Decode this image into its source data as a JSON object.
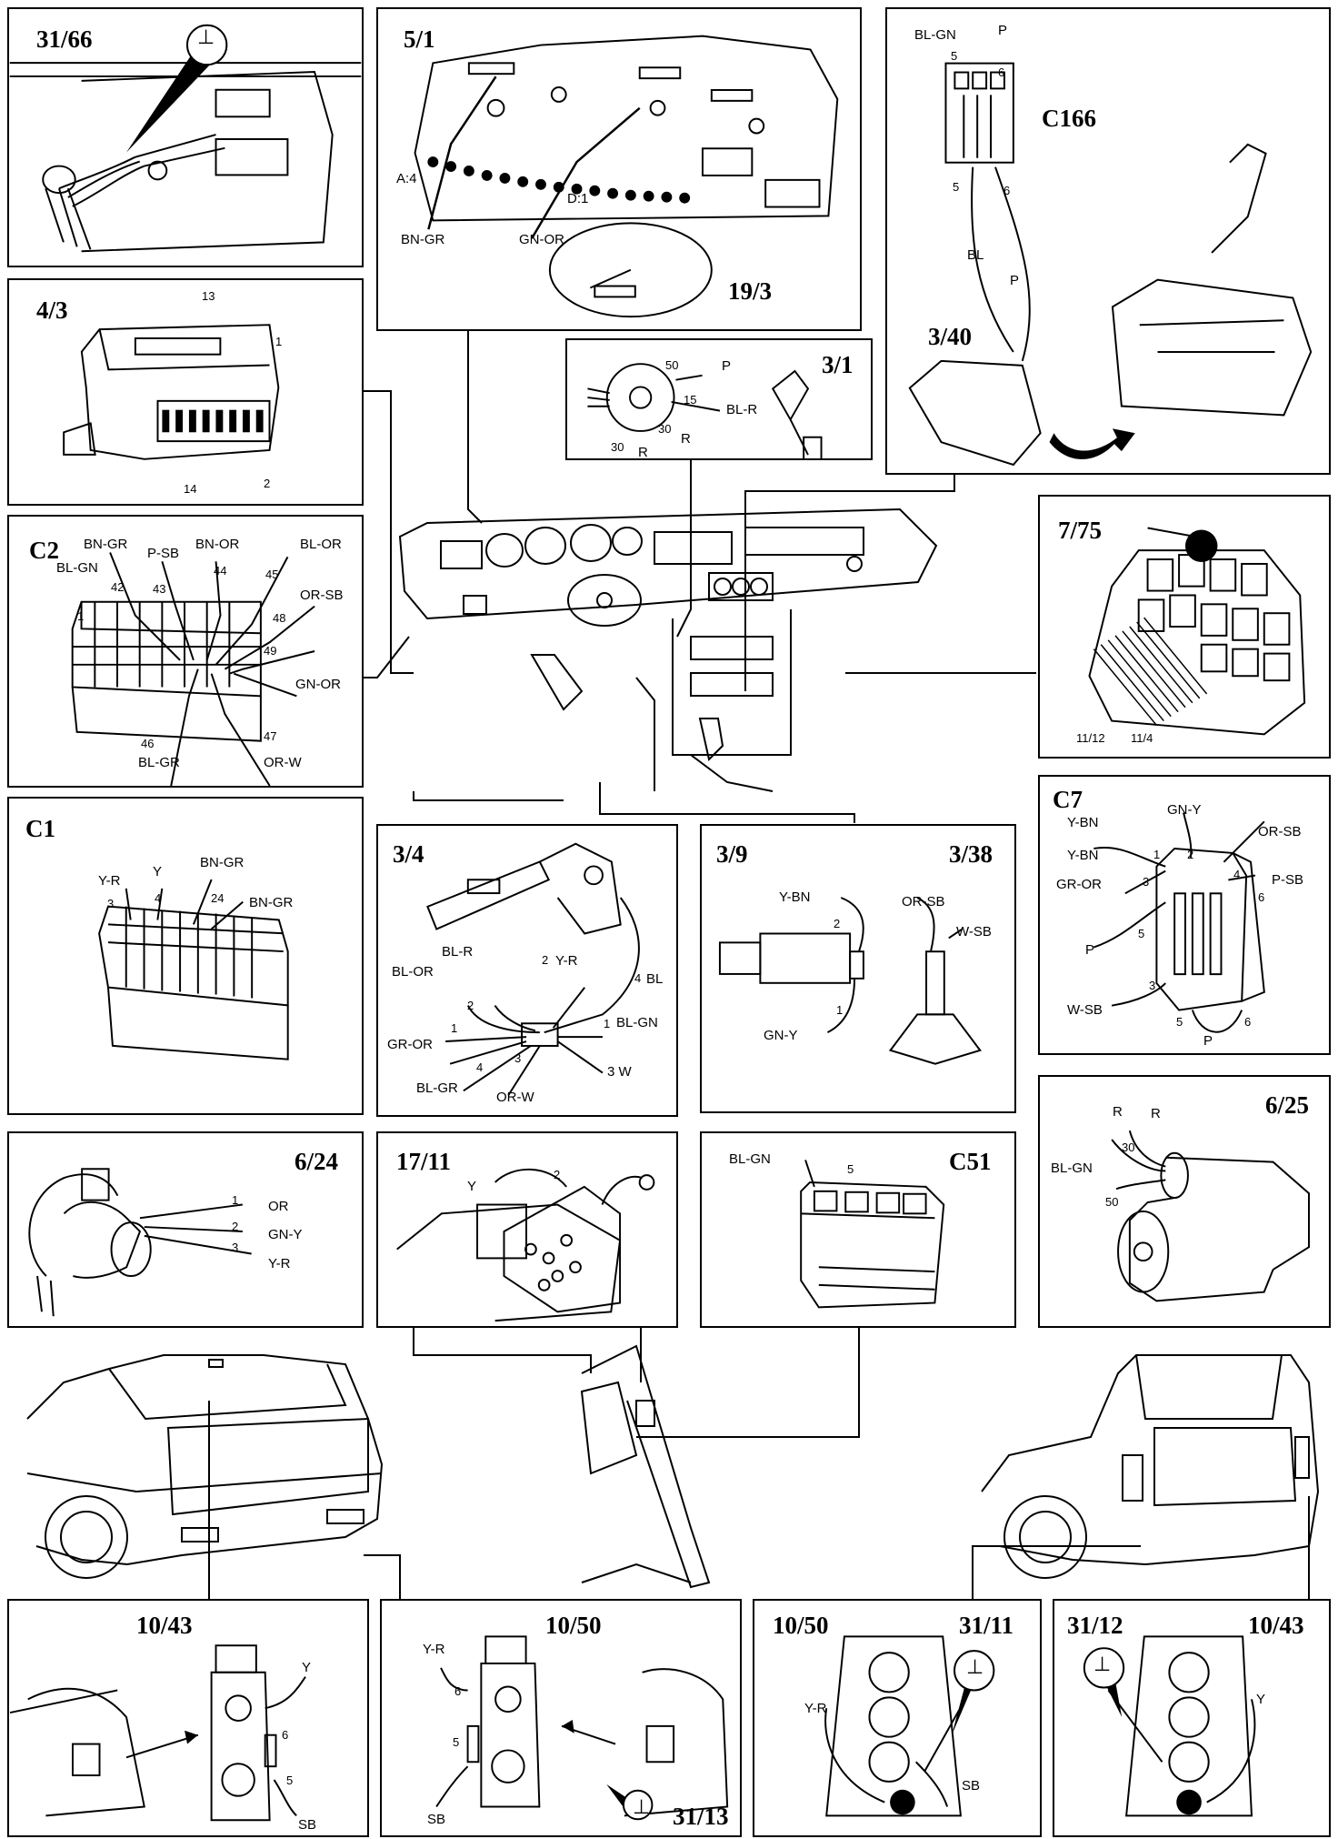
{
  "panels": {
    "p3166": {
      "id": "31/66"
    },
    "p51": {
      "id": "5/1",
      "c1": "A:4",
      "c2": "D:1",
      "w1": "BN-GR",
      "w2": "GN-OR",
      "gauge": "19/3"
    },
    "pC166": {
      "id": "C166",
      "w1": "BL-GN",
      "w2": "P",
      "p5a": "5",
      "p6a": "6",
      "p5b": "5",
      "p6b": "6",
      "w3": "BL",
      "w4": "P",
      "sub": "3/40"
    },
    "p43": {
      "id": "4/3",
      "p13": "13",
      "p1": "1",
      "p14": "14",
      "p2": "2"
    },
    "p31": {
      "id": "3/1",
      "t50": "50",
      "wP": "P",
      "t15": "15",
      "wBLR": "BL-R",
      "t30a": "30",
      "wR1": "R",
      "t30b": "30",
      "wR2": "R"
    },
    "pC2": {
      "id": "C2",
      "wBNGR": "BN-GR",
      "wPSB": "P-SB",
      "wBNOR": "BN-OR",
      "wBLOR": "BL-OR",
      "wBLGN": "BL-GN",
      "n42": "42",
      "n43": "43",
      "n44": "44",
      "n45": "45",
      "wORSB": "OR-SB",
      "n48": "48",
      "n1": "1",
      "n49": "49",
      "wGNOR": "GN-OR",
      "n46": "46",
      "n47": "47",
      "wBLGR": "BL-GR",
      "wORW": "OR-W"
    },
    "p775": {
      "id": "7/75",
      "r1": "11/12",
      "r2": "11/4"
    },
    "pC1": {
      "id": "C1",
      "wYR": "Y-R",
      "wY": "Y",
      "wBNGR1": "BN-GR",
      "n3": "3",
      "n4": "4",
      "n24": "24",
      "wBNGR2": "BN-GR"
    },
    "p34": {
      "id": "3/4",
      "wBLR": "BL-R",
      "wBLOR": "BL-OR",
      "n2a": "2",
      "n2b": "2",
      "wYR": "Y-R",
      "n4r": "4",
      "wBL": "BL",
      "n1l": "1",
      "n1r": "1",
      "wBLGN": "BL-GN",
      "wGROR": "GR-OR",
      "n4l": "4",
      "n3": "3",
      "wBLGR": "BL-GR",
      "wORW": "OR-W",
      "w3W": "3 W"
    },
    "p39": {
      "id": "3/9",
      "id2": "3/38",
      "wYBN": "Y-BN",
      "n2": "2",
      "wORSB": "OR-SB",
      "wWSB": "W-SB",
      "n1": "1",
      "wGNY": "GN-Y"
    },
    "pC7": {
      "id": "C7",
      "wGNY": "GN-Y",
      "wYBN1": "Y-BN",
      "wORSB": "OR-SB",
      "wYBN2": "Y-BN",
      "n1": "1",
      "n2": "2",
      "wGROR": "GR-OR",
      "n3a": "3",
      "n4": "4",
      "wPSB": "P-SB",
      "n6a": "6",
      "wP1": "P",
      "n5a": "5",
      "n3b": "3",
      "wWSB": "W-SB",
      "n5b": "5",
      "n6b": "6",
      "wP2": "P"
    },
    "p624": {
      "id": "6/24",
      "n1": "1",
      "wOR": "OR",
      "n2": "2",
      "wGNY": "GN-Y",
      "n3": "3",
      "wYR": "Y-R"
    },
    "p1711": {
      "id": "17/11",
      "wY": "Y",
      "n2": "2"
    },
    "pC51": {
      "id": "C51",
      "wBLGN": "BL-GN",
      "n5": "5"
    },
    "p625": {
      "id": "6/25",
      "wR1": "R",
      "wR2": "R",
      "n30": "30",
      "wBLGN": "BL-GN",
      "n50": "50"
    },
    "pb1": {
      "id": "10/43",
      "wY": "Y",
      "n6": "6",
      "n5": "5",
      "wSB": "SB"
    },
    "pb2": {
      "id": "10/50",
      "wYR": "Y-R",
      "n6": "6",
      "n5": "5",
      "wSB": "SB",
      "g": "31/13"
    },
    "pb3": {
      "id": "10/50",
      "id2": "31/11",
      "wYR": "Y-R",
      "wSB": "SB"
    },
    "pb4": {
      "id": "31/12",
      "id2": "10/43",
      "wY": "Y"
    }
  },
  "symbols": {
    "ground": "⊥"
  },
  "colors": {
    "line": "#000000",
    "background": "#ffffff"
  }
}
